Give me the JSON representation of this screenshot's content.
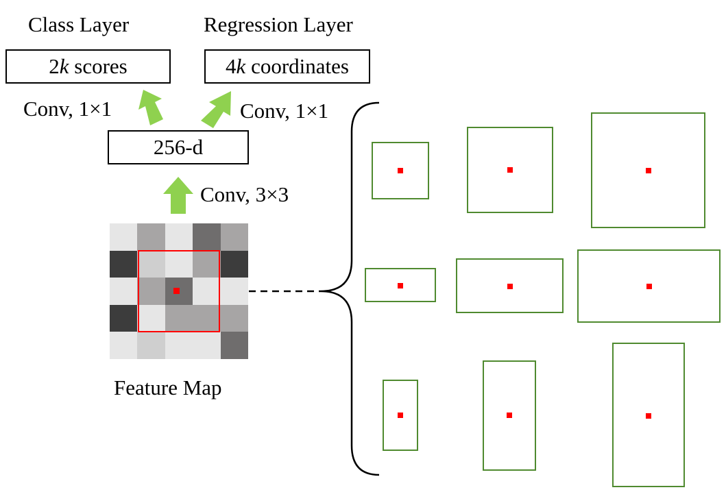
{
  "class_layer": {
    "title": "Class Layer",
    "box_prefix": "2",
    "box_italic": "k",
    "box_suffix": " scores",
    "conv_label": "Conv, 1×1"
  },
  "regression_layer": {
    "title": "Regression Layer",
    "box_prefix": "4",
    "box_italic": "k",
    "box_suffix": " coordinates",
    "conv_label": "Conv, 1×1"
  },
  "intermediate": {
    "box_label": "256-d",
    "conv_label": "Conv, 3×3"
  },
  "feature_map": {
    "label": "Feature Map",
    "grid": [
      [
        "#e6e6e6",
        "#a7a5a5",
        "#e6e6e6",
        "#6f6d6d",
        "#a7a5a5"
      ],
      [
        "#3c3c3c",
        "#cfcfcf",
        "#e6e6e6",
        "#a7a5a5",
        "#3c3c3c"
      ],
      [
        "#e6e6e6",
        "#a7a5a5",
        "#6f6d6d",
        "#e6e6e6",
        "#e6e6e6"
      ],
      [
        "#3c3c3c",
        "#e6e6e6",
        "#a7a5a5",
        "#a7a5a5",
        "#a7a5a5"
      ],
      [
        "#e6e6e6",
        "#cfcfcf",
        "#e6e6e6",
        "#e6e6e6",
        "#6f6d6d"
      ]
    ]
  },
  "colors": {
    "arrow": "#8fd14f",
    "anchor_box": "#4f8a2f",
    "anchor_center": "#ff0000",
    "window": "#ff0000"
  }
}
